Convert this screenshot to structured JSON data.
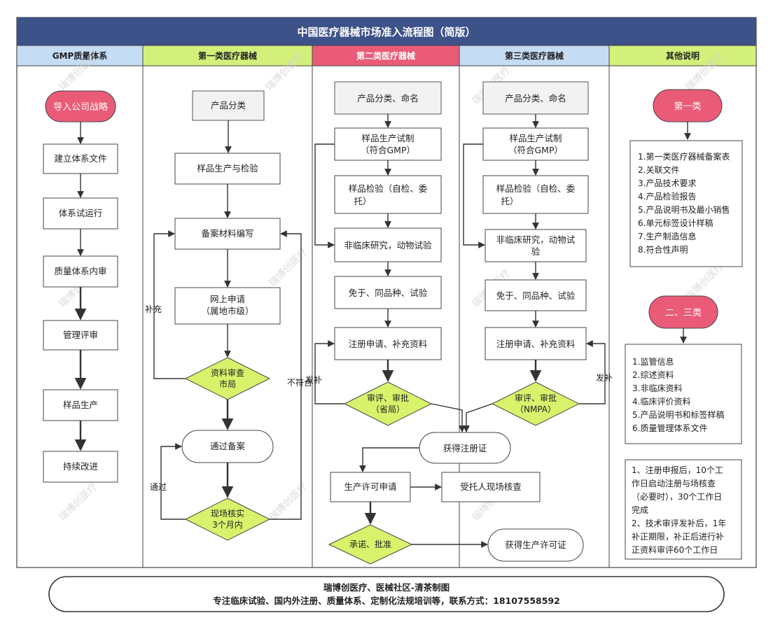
{
  "title": "中国医疗器械市场准入流程图（简版）",
  "columns": [
    "GMP质量体系",
    "第一类医疗器械",
    "第二类医疗器械",
    "第三类医疗器械",
    "其他说明"
  ],
  "gmp": {
    "start": "导入公司战略",
    "steps": [
      "建立体系文件",
      "体系试运行",
      "质量体系内审",
      "管理评审",
      "样品生产",
      "持续改进"
    ]
  },
  "class1": {
    "classify": "产品分类",
    "sample": "样品生产与检验",
    "prepare": "备案材料编写",
    "apply": [
      "网上申请",
      "（属地市级）"
    ],
    "review": [
      "资料审查",
      "市局"
    ],
    "pass": "通过备案",
    "inspect": [
      "现场核实",
      "3个月内"
    ],
    "label_supplement": "补充",
    "label_fail": "不符合",
    "label_pass": "通过"
  },
  "class2": {
    "name": "产品分类、命名",
    "trial": [
      "样品生产试制",
      "（符合GMP）"
    ],
    "test": [
      "样品检验（自检、委",
      "托）"
    ],
    "nonclinical": "非临床研究，动物试验",
    "exempt": "免于、同品种、试验",
    "register": "注册申请、补充资料",
    "approve": [
      "审评、审批",
      "（省局）"
    ],
    "label_issue": "发补",
    "cert": "获得注册证",
    "license": "生产许可申请",
    "onsite": "受托人现场核查",
    "commit": "承诺、批准",
    "license_cert": "获得生产许可证"
  },
  "class3": {
    "name": "产品分类、命名",
    "trial": [
      "样品生产试制",
      "（符合GMP）"
    ],
    "test": [
      "样品检验（自检、委",
      "托）"
    ],
    "nonclinical": [
      "非临床研究，动物试",
      "验"
    ],
    "exempt": "免于、同品种、试验",
    "register": "注册申请、补充资料",
    "approve": [
      "审评、审批",
      "（NMPA）"
    ],
    "label_issue": "发补"
  },
  "notes": {
    "class1_title": "第一类",
    "class1_items": [
      "1.第一类医疗器械备案表",
      "2.关联文件",
      "3.产品技术要求",
      "4.产品检验报告",
      "5.产品说明书及最小销售",
      "6.单元标签设计样稿",
      "7.生产制造信息",
      "8.符合性声明"
    ],
    "class23_title": "二、三类",
    "class23_items": [
      "1.监管信息",
      "2.综述资料",
      "3.非临床资料",
      "4.临床评价资料",
      "5.产品说明书和标签样稿",
      "6.质量管理体系文件"
    ],
    "remarks": [
      "1、注册申报后，10个工",
      "作日启动注册与场核查",
      "（必要时），30个工作日",
      "完成",
      "2、技术审评发补后，1年",
      "补正期限，补正后进行补",
      "正资料审评60个工作日"
    ]
  },
  "footer": {
    "line1": "瑞博创医疗、医械社区-清茶制图",
    "line2": "专注临床试验、国内外注册、质量体系、定制化法规培训等，联系方式：18107558592"
  },
  "watermark": "瑞博创医疗",
  "colors": {
    "title_bar": "#3d5289",
    "header_blue": "#c5dcf5",
    "header_green": "#d3f07a",
    "header_red": "#ea5b77",
    "diamond": "#d7f26b",
    "start_red": "#ea5b77"
  }
}
